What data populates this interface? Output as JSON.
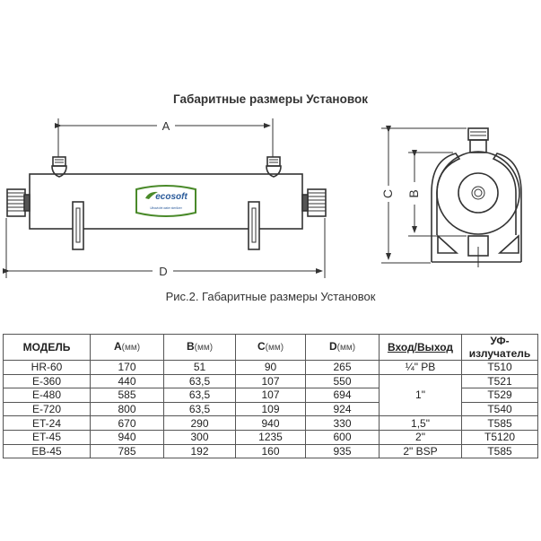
{
  "title": "Габаритные размеры Установок",
  "caption": "Рис.2. Габаритные размеры Установок",
  "drawing": {
    "side_view": {
      "dimension_labels": {
        "a": "A",
        "d": "D"
      },
      "logo": {
        "brand": "ecosoft",
        "tagline": "Ultraviolet water sterilizer",
        "accent": "#4a8a2a",
        "text_color": "#2a5a9a"
      }
    },
    "end_view": {
      "dimension_labels": {
        "b": "B",
        "c": "C"
      }
    }
  },
  "table": {
    "headers": {
      "model": "МОДЕЛЬ",
      "a": "A",
      "b": "B",
      "c": "C",
      "d": "D",
      "unit": "(мм)",
      "io": "Вход/Выход",
      "lamp": "УФ-излучатель"
    },
    "rows": [
      {
        "model": "HR-60",
        "a": "170",
        "b": "51",
        "c": "90",
        "d": "265",
        "io": "¼\" PB",
        "lamp": "T510"
      },
      {
        "model": "E-360",
        "a": "440",
        "b": "63,5",
        "c": "107",
        "d": "550",
        "io": "1\"",
        "lamp": "T521"
      },
      {
        "model": "E-480",
        "a": "585",
        "b": "63,5",
        "c": "107",
        "d": "694",
        "io": "",
        "lamp": "T529"
      },
      {
        "model": "E-720",
        "a": "800",
        "b": "63,5",
        "c": "109",
        "d": "924",
        "io": "",
        "lamp": "T540"
      },
      {
        "model": "ET-24",
        "a": "670",
        "b": "290",
        "c": "940",
        "d": "330",
        "io": "1,5\"",
        "lamp": "T585"
      },
      {
        "model": "ET-45",
        "a": "940",
        "b": "300",
        "c": "1235",
        "d": "600",
        "io": "2\"",
        "lamp": "T5120"
      },
      {
        "model": "EB-45",
        "a": "785",
        "b": "192",
        "c": "160",
        "d": "935",
        "io": "2\" BSP",
        "lamp": "T585"
      }
    ]
  }
}
